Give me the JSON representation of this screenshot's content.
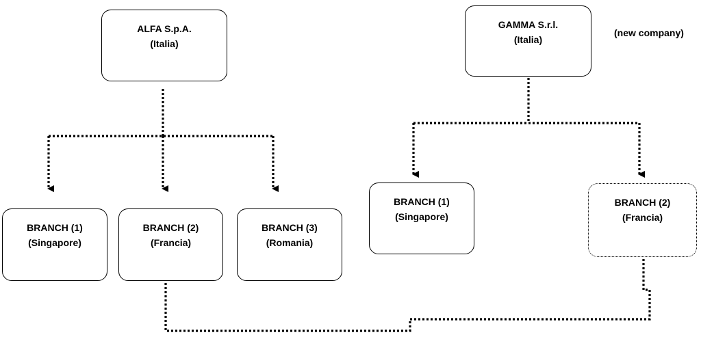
{
  "alfa": {
    "name": "ALFA S.p.A.",
    "country": "(Italia)"
  },
  "gamma": {
    "name": "GAMMA S.r.l.",
    "country": "(Italia)",
    "note": "(new company)"
  },
  "alfa_branches": [
    {
      "name": "BRANCH (1)",
      "location": "(Singapore)"
    },
    {
      "name": "BRANCH (2)",
      "location": "(Francia)"
    },
    {
      "name": "BRANCH (3)",
      "location": "(Romania)"
    }
  ],
  "gamma_branches": [
    {
      "name": "BRANCH (1)",
      "location": "(Singapore)"
    },
    {
      "name": "BRANCH (2)",
      "location": "(Francia)"
    }
  ]
}
